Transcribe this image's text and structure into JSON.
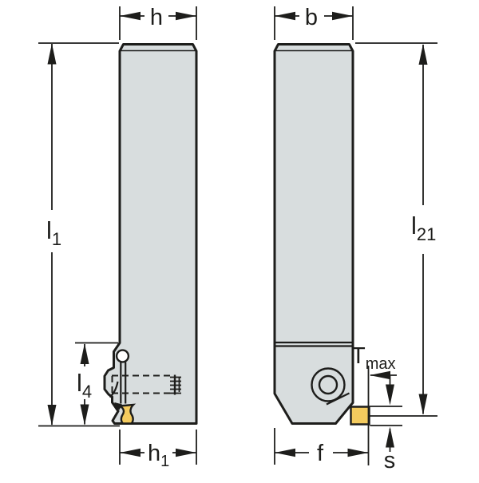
{
  "drawing": {
    "type": "technical-dimension-drawing",
    "subject": "grooving tool holder, two orthographic views (side view left, front view right)"
  },
  "colors": {
    "background": "#ffffff",
    "body": "#d8ddde",
    "insert": "#f4cb5e",
    "line": "#1d1d1b",
    "pin": "#ffffff"
  },
  "dimensions": {
    "h": {
      "label": "h",
      "sub": ""
    },
    "b": {
      "label": "b",
      "sub": ""
    },
    "l1": {
      "label": "l",
      "sub": "1"
    },
    "l21": {
      "label": "l",
      "sub": "21"
    },
    "l4": {
      "label": "l",
      "sub": "4"
    },
    "h1": {
      "label": "h",
      "sub": "1"
    },
    "f": {
      "label": "f",
      "sub": ""
    },
    "s": {
      "label": "s",
      "sub": ""
    },
    "tmax": {
      "label": "T",
      "sub": "max"
    }
  }
}
